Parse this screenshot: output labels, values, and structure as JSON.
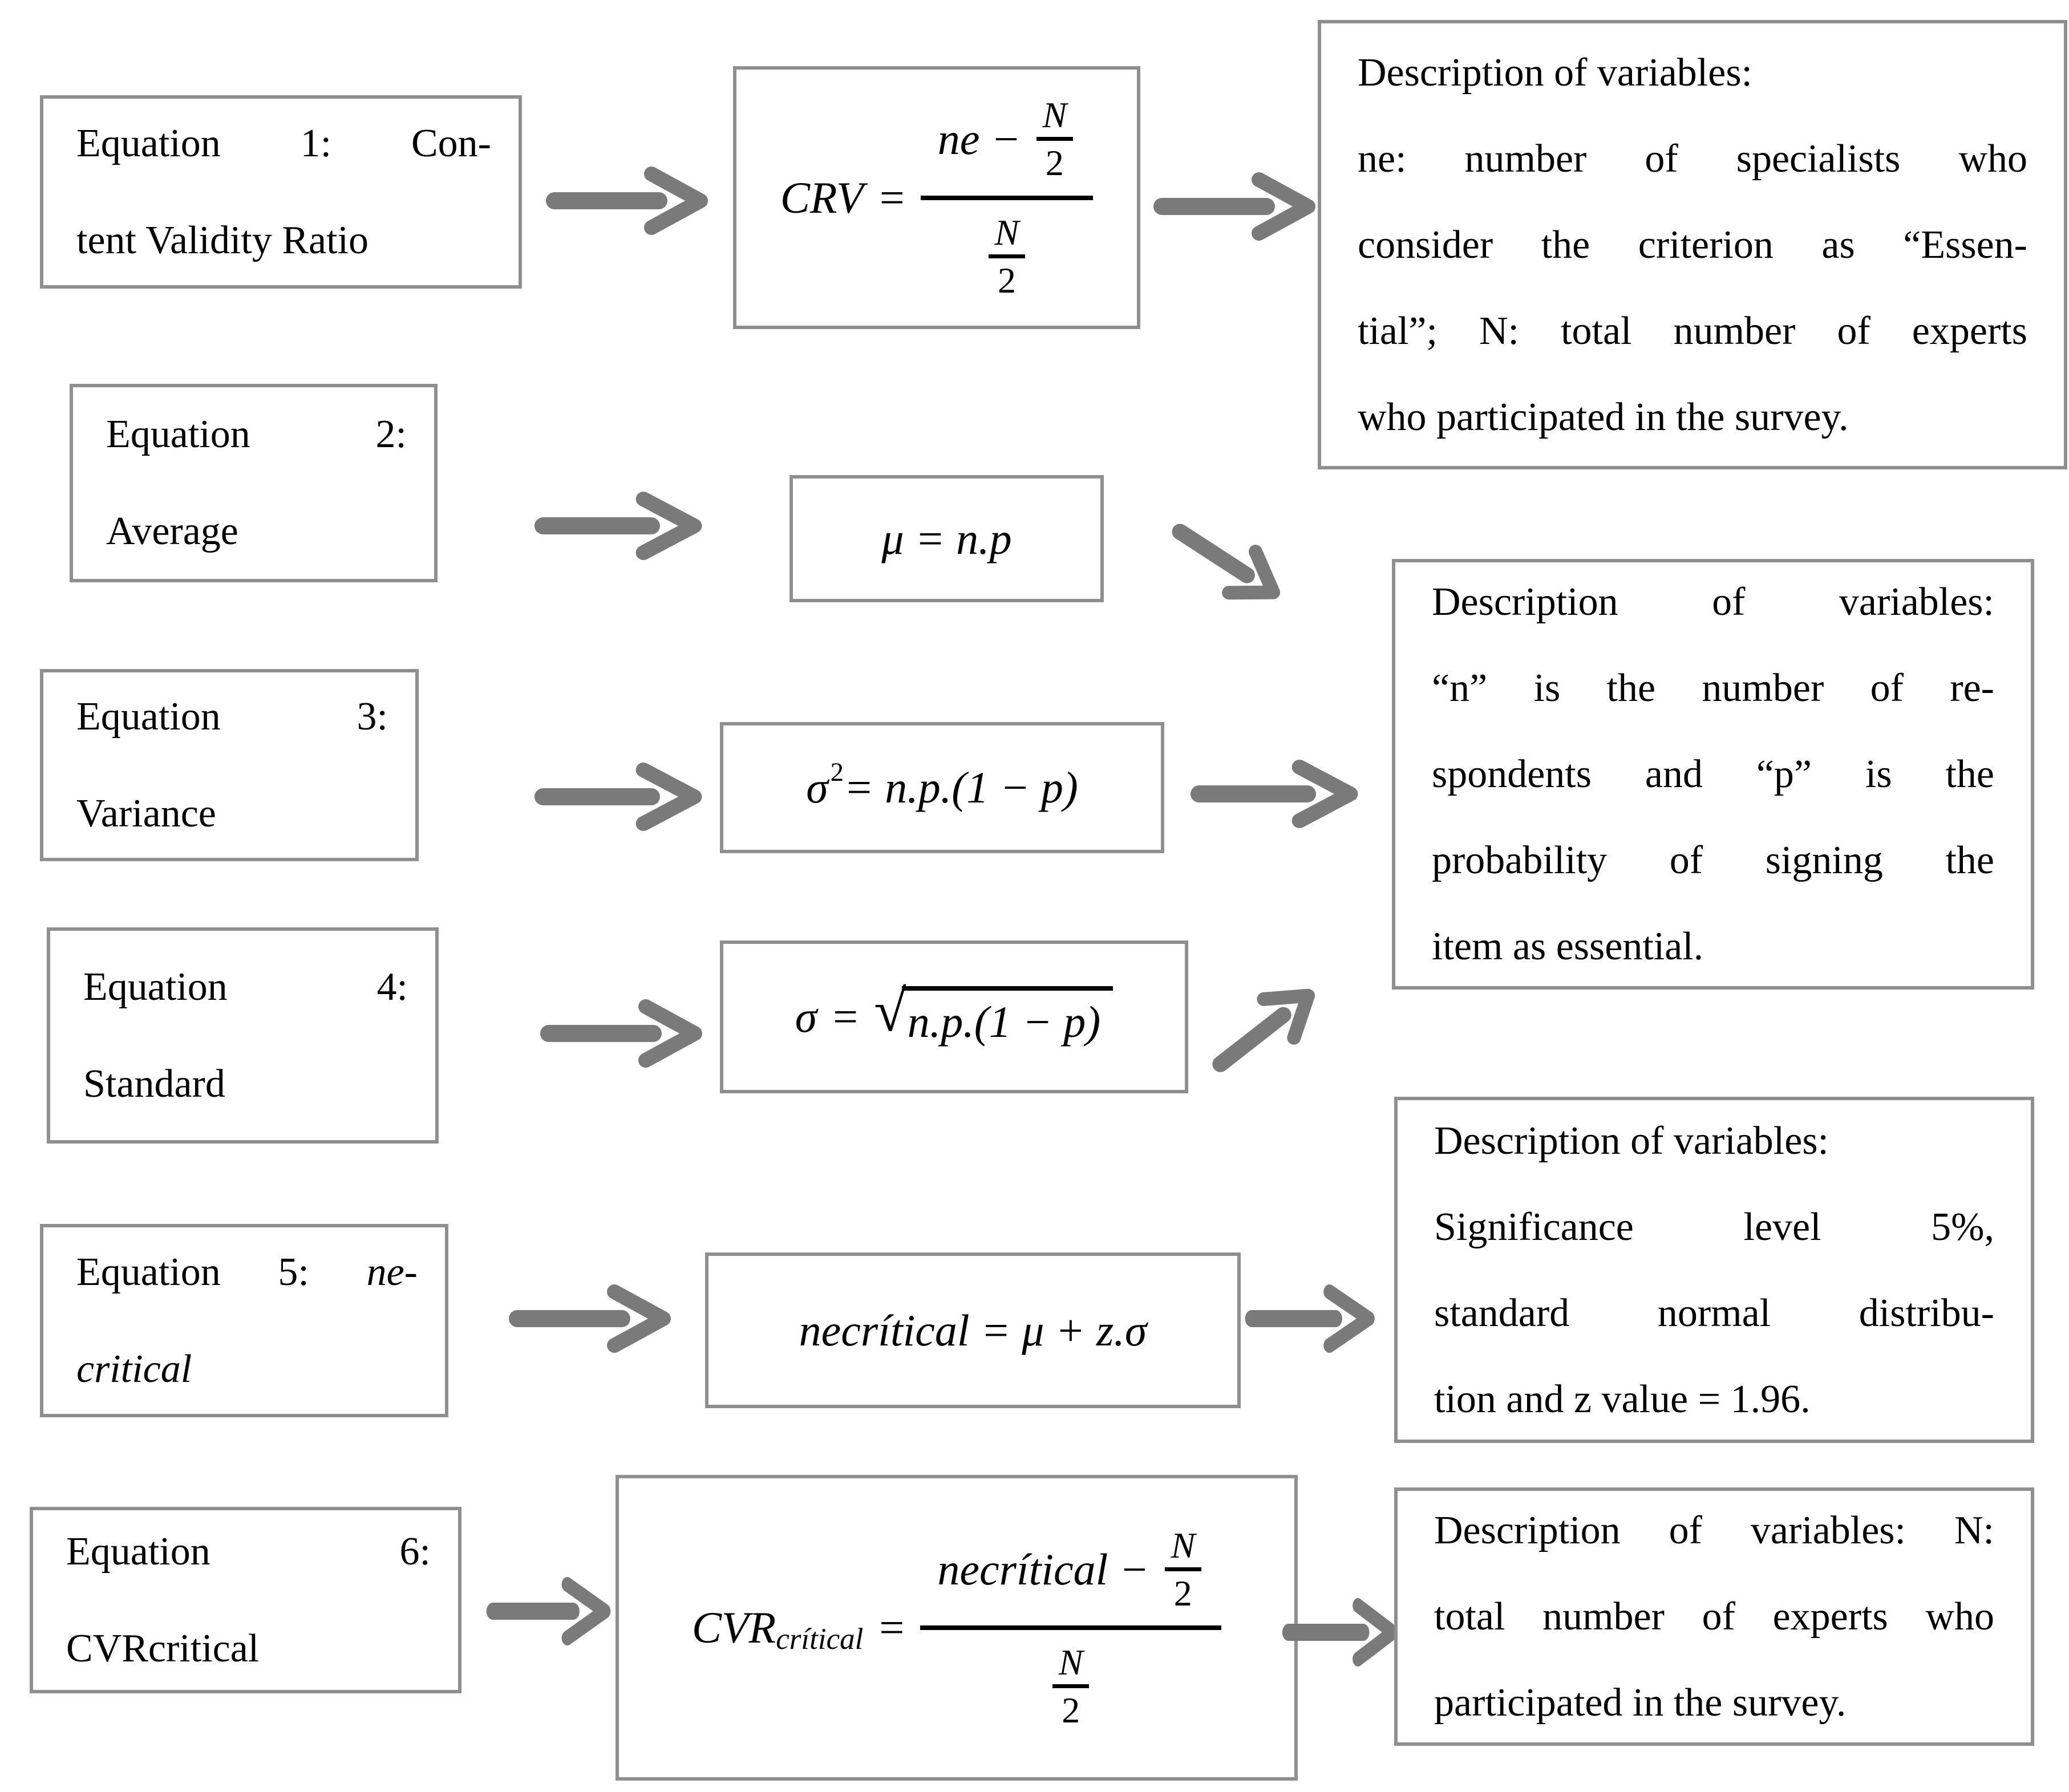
{
  "figure": {
    "title_semantic": "Content Validity Ratio equations flow diagram",
    "rows": [
      {
        "label": {
          "line1": "Equation 1: Con-",
          "line2": "tent Validity Ratio"
        },
        "formula": {
          "lhs": "CRV",
          "eq": "=",
          "num_pre": "ne −",
          "num_frac": {
            "n": "N",
            "d": "2"
          },
          "den_frac": {
            "n": "N",
            "d": "2"
          }
        }
      },
      {
        "label": {
          "line1": "Equation 2:",
          "line2": "Average"
        },
        "formula": {
          "text": "μ = n.p"
        }
      },
      {
        "label": {
          "line1": "Equation 3:",
          "line2": "Variance"
        },
        "formula": {
          "sigma": "σ",
          "sup": "2",
          "rest": "= n.p.(1 − p)"
        }
      },
      {
        "label": {
          "line1": "Equation 4:",
          "line2": "Standard"
        },
        "formula": {
          "lhs": "σ",
          "eq": "=",
          "radicand": "n.p.(1 − p)"
        }
      },
      {
        "label": {
          "line1_pre": "Equation 5:",
          "line1_it": "ne-",
          "line2_it": "critical"
        },
        "formula": {
          "text": "necrítical = μ + z.σ"
        }
      },
      {
        "label": {
          "line1": "Equation 6:",
          "line2": "CVRcritical"
        },
        "formula": {
          "lhs": "CVR",
          "sub": "crítical",
          "eq": "=",
          "num_pre": "necrítical −",
          "num_frac": {
            "n": "N",
            "d": "2"
          },
          "den_frac": {
            "n": "N",
            "d": "2"
          }
        }
      }
    ],
    "descriptions": [
      {
        "lines": [
          "Description of variables:",
          "ne: number of specialists who",
          "consider the criterion as “Essen-",
          "tial”; N: total number of experts",
          "who participated in the survey."
        ]
      },
      {
        "lines": [
          "Description of variables:",
          "“n” is the number of re-",
          "spondents and “p” is the",
          "probability of signing the",
          "item as essential."
        ]
      },
      {
        "lines": [
          "Description of variables:",
          "Significance level 5%,",
          "standard normal distribu-",
          "tion and z value = 1.96."
        ]
      },
      {
        "lines": [
          "Description of variables: N:",
          "total number of experts who",
          "participated in the survey."
        ]
      }
    ]
  },
  "colors": {
    "background": "#ffffff",
    "box_border": "#8f8f8f",
    "arrow": "#7a7a7a",
    "text": "#000000"
  }
}
